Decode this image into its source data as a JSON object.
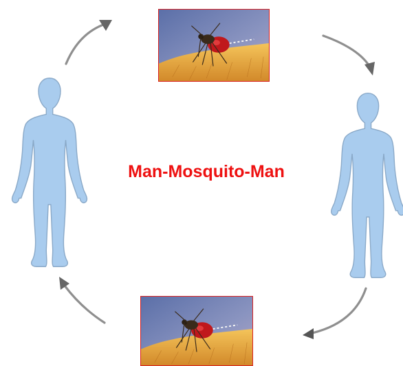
{
  "diagram": {
    "center_label": "Man-Mosquito-Man",
    "colors": {
      "label": "#ee1111",
      "figure_fill": "#a9ccee",
      "figure_stroke": "#8aa9c8",
      "arrow": "#8c8c8c",
      "photo_border": "#d9201f",
      "skin": "#e8a640"
    },
    "nodes": [
      {
        "id": "mosquito-photo-top",
        "kind": "photo"
      },
      {
        "id": "human-right",
        "kind": "human"
      },
      {
        "id": "mosquito-photo-bottom",
        "kind": "photo"
      },
      {
        "id": "human-left",
        "kind": "human"
      }
    ],
    "edges": [
      {
        "from": "human-left",
        "to": "mosquito-photo-top"
      },
      {
        "from": "mosquito-photo-top",
        "to": "human-right"
      },
      {
        "from": "human-right",
        "to": "mosquito-photo-bottom"
      },
      {
        "from": "mosquito-photo-bottom",
        "to": "human-left"
      }
    ]
  }
}
